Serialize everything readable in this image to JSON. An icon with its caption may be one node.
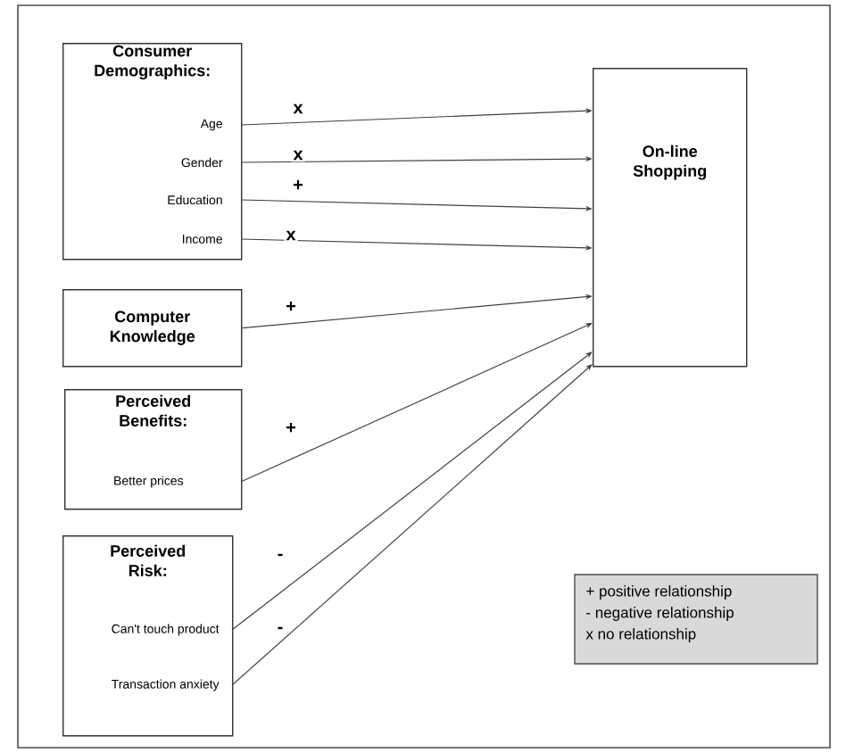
{
  "diagram": {
    "nodes": [
      {
        "text": [
          "Consumer Demographics:"
        ]
      },
      {
        "text": [
          "Age"
        ],
        "in": 0
      },
      {
        "text": [
          "Gender"
        ],
        "in": 0
      },
      {
        "text": [
          "Education"
        ],
        "in": 0
      },
      {
        "text": [
          "Income"
        ],
        "in": 0
      },
      {
        "text": [
          "Computer Knowledge"
        ]
      },
      {
        "text": [
          "Perceived Benefits:"
        ]
      },
      {
        "text": [
          "Better prices"
        ],
        "in": 6
      },
      {
        "text": [
          "Perceived Risk:"
        ]
      },
      {
        "text": [
          "Can't touch product"
        ],
        "in": 8
      },
      {
        "text": [
          "Transaction anxiety"
        ],
        "in": 8
      },
      {
        "text": [
          "On-line Shopping"
        ]
      }
    ],
    "edges": [
      {
        "from": 1,
        "to": 11,
        "arrow": "to",
        "label": "x"
      },
      {
        "from": 2,
        "to": 11,
        "arrow": "to",
        "label": "x"
      },
      {
        "from": 3,
        "to": 11,
        "arrow": "to",
        "label": "+"
      },
      {
        "from": 4,
        "to": 11,
        "arrow": "to",
        "label": "x"
      },
      {
        "from": 5,
        "to": 11,
        "arrow": "to",
        "label": "+"
      },
      {
        "from": 7,
        "to": 11,
        "arrow": "to",
        "label": "+"
      },
      {
        "from": 9,
        "to": 11,
        "arrow": "to",
        "label": "-"
      },
      {
        "from": 10,
        "to": 11,
        "arrow": "to",
        "label": "-"
      }
    ],
    "legend": [
      {
        "text": "+ positive relationship"
      },
      {
        "text": "- negative relationship"
      },
      {
        "text": "x no relationship"
      }
    ]
  }
}
